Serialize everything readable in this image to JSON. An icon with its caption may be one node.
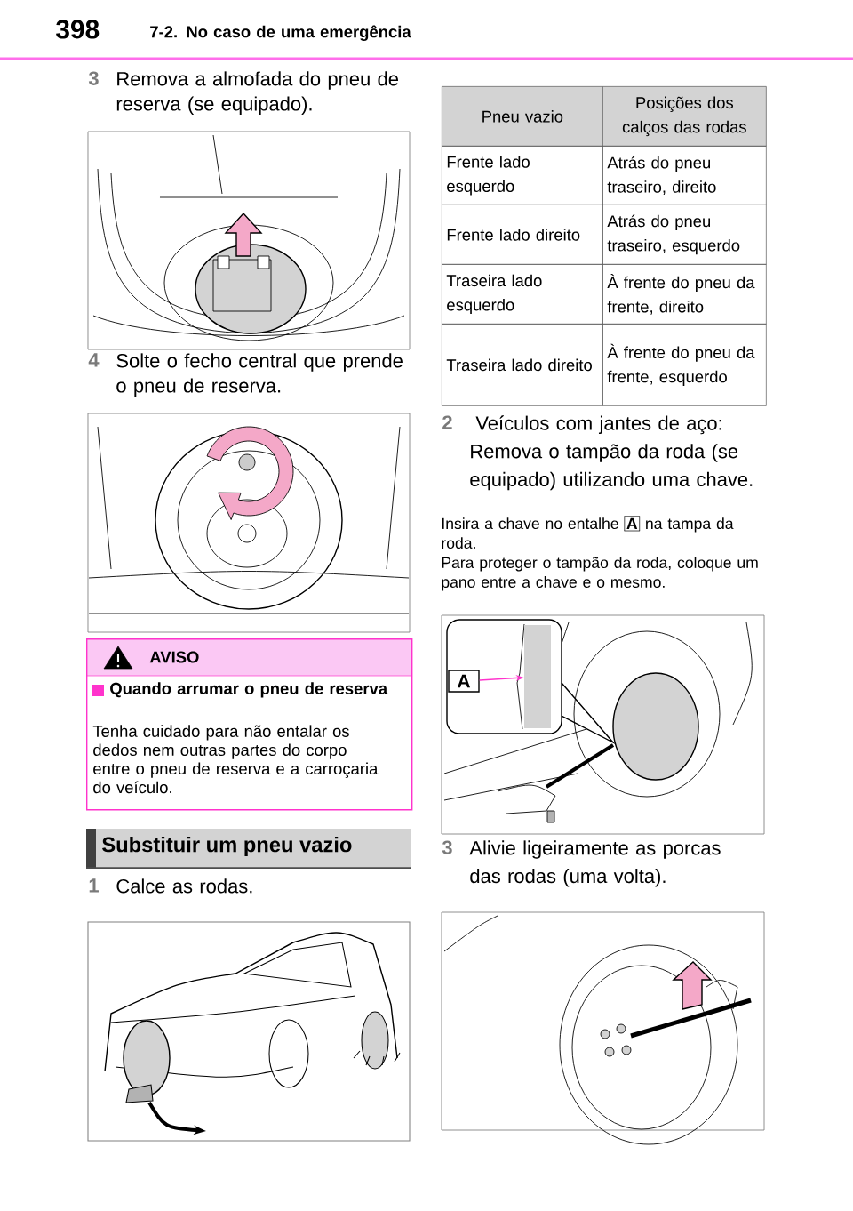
{
  "diagram": {
    "nodes": [
      {
        "text": [
          "AVISO",
          "Quando arrumar o pneu de reserva",
          "Tenha cuidado para não entalar os dedos nem outras partes do corpo entre o pneu de reserva e a carroçaria do veículo."
        ]
      },
      {
        "text": [
          "Substituir um pneu vazio"
        ]
      },
      {
        "text": [
          "A"
        ]
      },
      {
        "text": [],
        "shape": "box"
      }
    ],
    "edges": [
      {
        "from": 2,
        "to": 3,
        "arrow": "to"
      }
    ],
    "labels": [
      "398",
      "7-2. No caso de uma emergência",
      "3",
      "Remova a almofada do pneu de reserva (se equipado).",
      "4",
      "Solte o fecho central que prende o pneu de reserva.",
      "1",
      "Calce as rodas.",
      "Pneu vazio",
      "Posições dos calços das rodas",
      "Frente lado esquerdo",
      "Atrás do pneu traseiro, direito",
      "Frente lado direito",
      "Atrás do pneu traseiro, esquerdo",
      "Traseira lado esquerdo",
      "À frente do pneu da frente, direito",
      "Traseira lado direito",
      "À frente do pneu da frente, esquerdo",
      "2",
      "Veículos com jantes de aço:",
      "Remova o tampão da roda (se equipado) utilizando uma chave.",
      "Insira a chave no entalhe",
      "A",
      "na tampa da roda.",
      "Para proteger o tampão da roda, coloque um pano entre a chave e o mesmo.",
      "3",
      "Alivie ligeiramente as porcas das rodas (uma volta)."
    ]
  }
}
